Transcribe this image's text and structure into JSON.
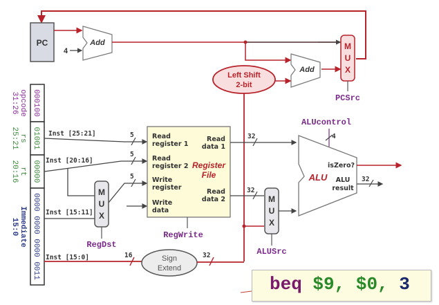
{
  "pc": {
    "label": "PC"
  },
  "adders": {
    "pc_add": "Add",
    "branch_add": "Add",
    "const_four": "4"
  },
  "mux": {
    "letters": [
      "M",
      "U",
      "X"
    ]
  },
  "shift": {
    "line1": "Left Shift",
    "line2": "2-bit"
  },
  "sign_extend": {
    "line1": "Sign",
    "line2": "Extend"
  },
  "register_file": {
    "read_reg1": [
      "Read",
      "register 1"
    ],
    "read_reg2": [
      "Read",
      "register 2"
    ],
    "write_reg": [
      "Write",
      "register"
    ],
    "write_data": [
      "Write",
      "data"
    ],
    "read_data1": [
      "Read",
      "data 1"
    ],
    "read_data2": [
      "Read",
      "data 2"
    ],
    "title": [
      "Register",
      "File"
    ]
  },
  "alu": {
    "name": "ALU",
    "is_zero": "isZero?",
    "result": [
      "ALU",
      "result"
    ]
  },
  "controls": {
    "pcsrc": "PCSrc",
    "regdst": "RegDst",
    "regwrite": "RegWrite",
    "alusrc": "ALUSrc",
    "alucontrol": "ALUcontrol"
  },
  "bus_widths": {
    "w5a": "5",
    "w5b": "5",
    "w5c": "5",
    "w32a": "32",
    "w32b": "32",
    "w32c": "32",
    "w16": "16",
    "w32d": "32",
    "w4": "4"
  },
  "wires": {
    "inst_25_21": "Inst [25:21]",
    "inst_20_16": "Inst [20:16]",
    "inst_15_11": "Inst [15:11]",
    "inst_15_0": "Inst [15:0]"
  },
  "instruction_fields": [
    {
      "bits": "000100",
      "name": "opcode",
      "range": "31:26",
      "color": "#8a2a9a"
    },
    {
      "bits": "01001",
      "name": "rs",
      "range": "25:21",
      "color": "#3d8a3d"
    },
    {
      "bits": "00000",
      "name": "rt",
      "range": "20:16",
      "color": "#3d8a3d"
    },
    {
      "bits": "0000 0000 0000 0011",
      "name": "Immediate",
      "range": "15:0",
      "color": "#2a3a8a"
    }
  ],
  "instruction": {
    "op": "beq",
    "r1": "$9,",
    "r2": "$0,",
    "imm": "3",
    "op_color": "#7a1a6a",
    "reg_color": "#2a8a2a",
    "imm_color": "#1a2a6a"
  },
  "colors": {
    "wire_red": "#b8222a",
    "wire_gray": "#444444",
    "control_purple": "#7a2a8a"
  }
}
